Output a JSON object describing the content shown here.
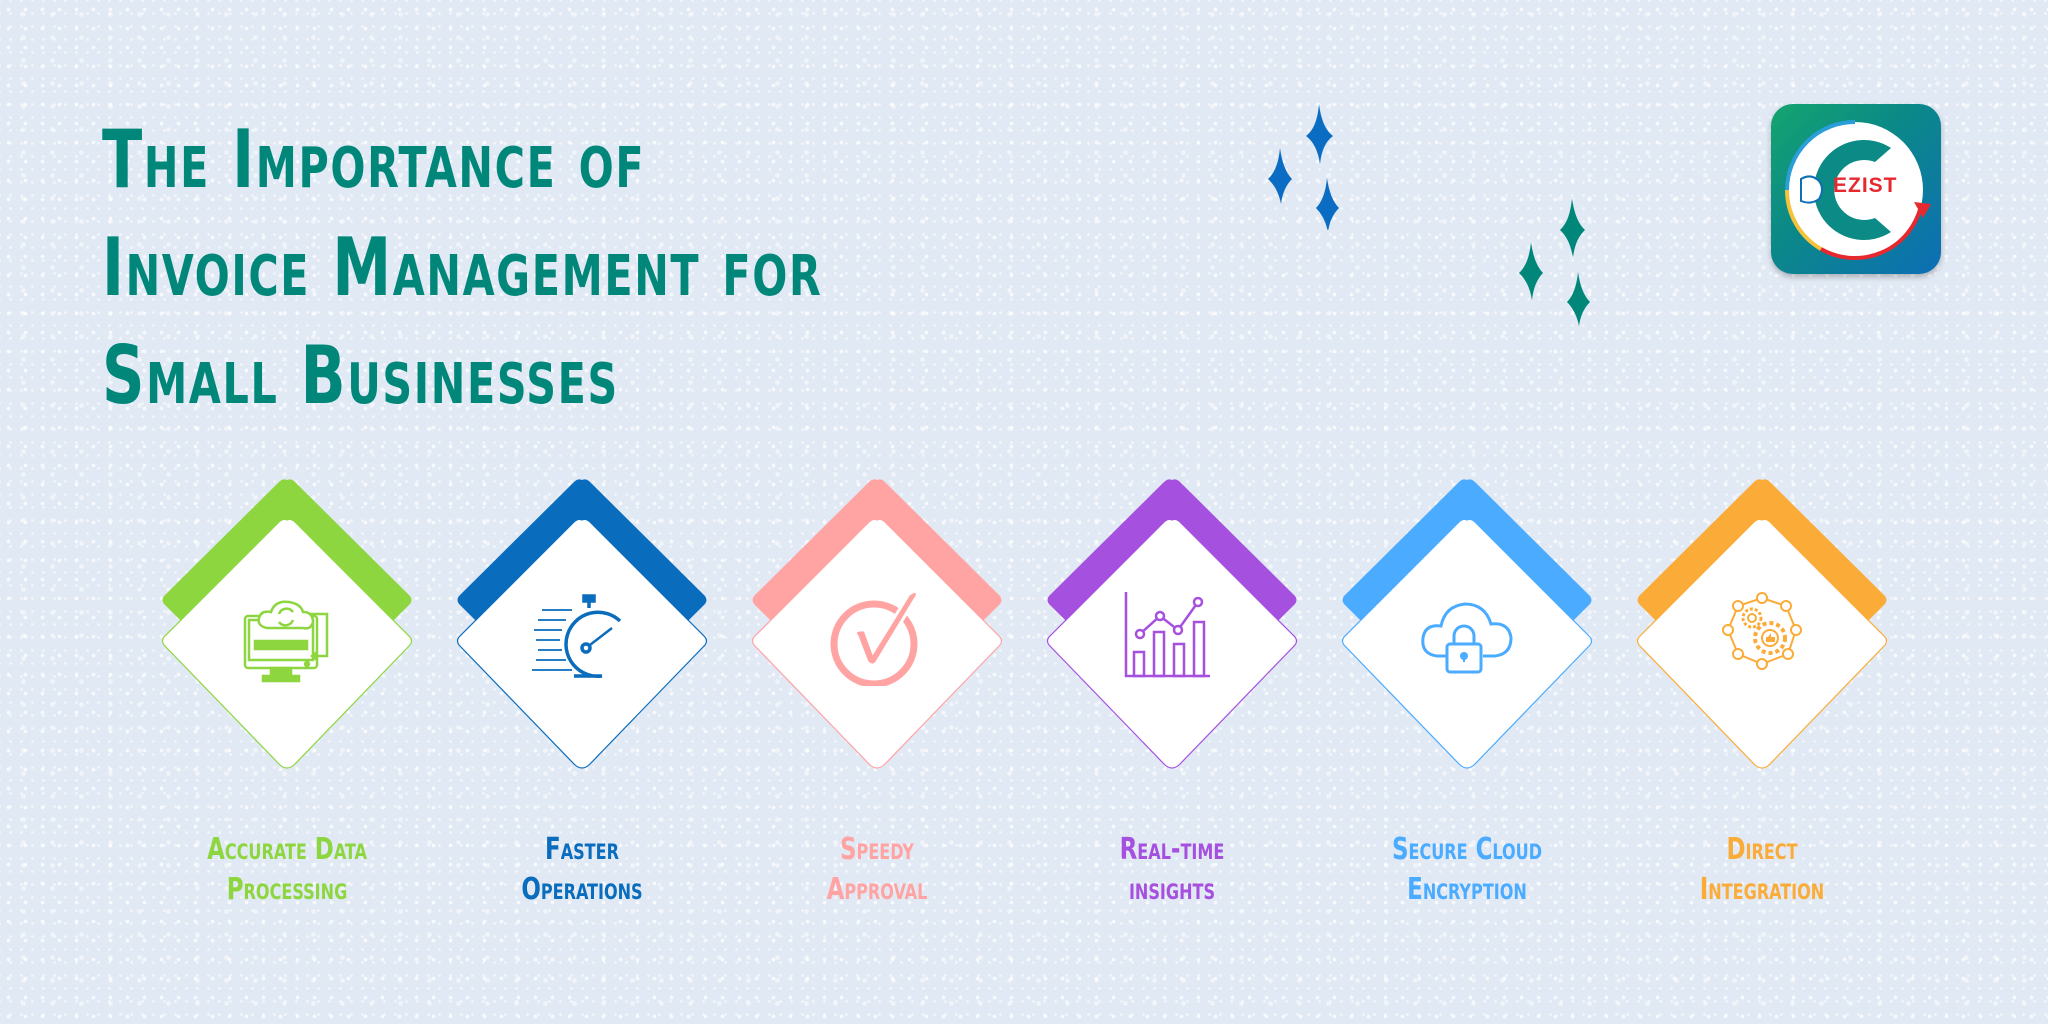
{
  "title": {
    "lines": [
      "The Importance of",
      "Invoice Management for",
      "Small Businesses"
    ],
    "color": "#00877a"
  },
  "logo": {
    "text": "EZIST",
    "name": "ezist-logo"
  },
  "decorations": {
    "sparkles_left_color": "#0a6cc2",
    "sparkles_right_color": "#00877a"
  },
  "features": [
    {
      "line1": "Accurate Data",
      "line2": "Processing",
      "color": "#8dd63f",
      "icon": "cloud-sync-monitor-icon"
    },
    {
      "line1": "Faster",
      "line2": "Operations",
      "color": "#0a6cbc",
      "icon": "stopwatch-speed-icon"
    },
    {
      "line1": "Speedy",
      "line2": "Approval",
      "color": "#ffa3a3",
      "icon": "check-circle-icon"
    },
    {
      "line1": "Real-time",
      "line2": "insights",
      "color": "#a550de",
      "icon": "bar-line-chart-icon"
    },
    {
      "line1": "Secure Cloud",
      "line2": "Encryption",
      "color": "#4aabff",
      "icon": "cloud-lock-icon"
    },
    {
      "line1": "Direct",
      "line2": "Integration",
      "color": "#fbab37",
      "icon": "gears-network-icon"
    }
  ]
}
